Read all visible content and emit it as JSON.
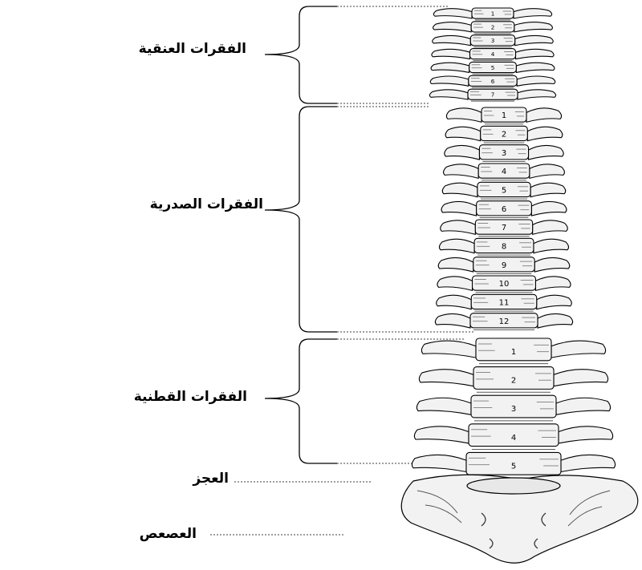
{
  "labels": {
    "cervical": "الفقرات العنقية",
    "thoracic": "الفقرات الصدرية",
    "lumbar": "الفقرات القطنية",
    "sacrum": "العجز",
    "coccyx": "العصعص"
  },
  "vertebra_numbers": {
    "cervical": [
      "1",
      "2",
      "3",
      "4",
      "5",
      "6",
      "7"
    ],
    "thoracic": [
      "1",
      "2",
      "3",
      "4",
      "5",
      "6",
      "7",
      "8",
      "9",
      "10",
      "11",
      "12"
    ],
    "lumbar": [
      "1",
      "2",
      "3",
      "4",
      "5"
    ]
  },
  "colors": {
    "line": "#000000",
    "bone_fill": "#f2f2f2",
    "shade": "#8a8a8a"
  }
}
